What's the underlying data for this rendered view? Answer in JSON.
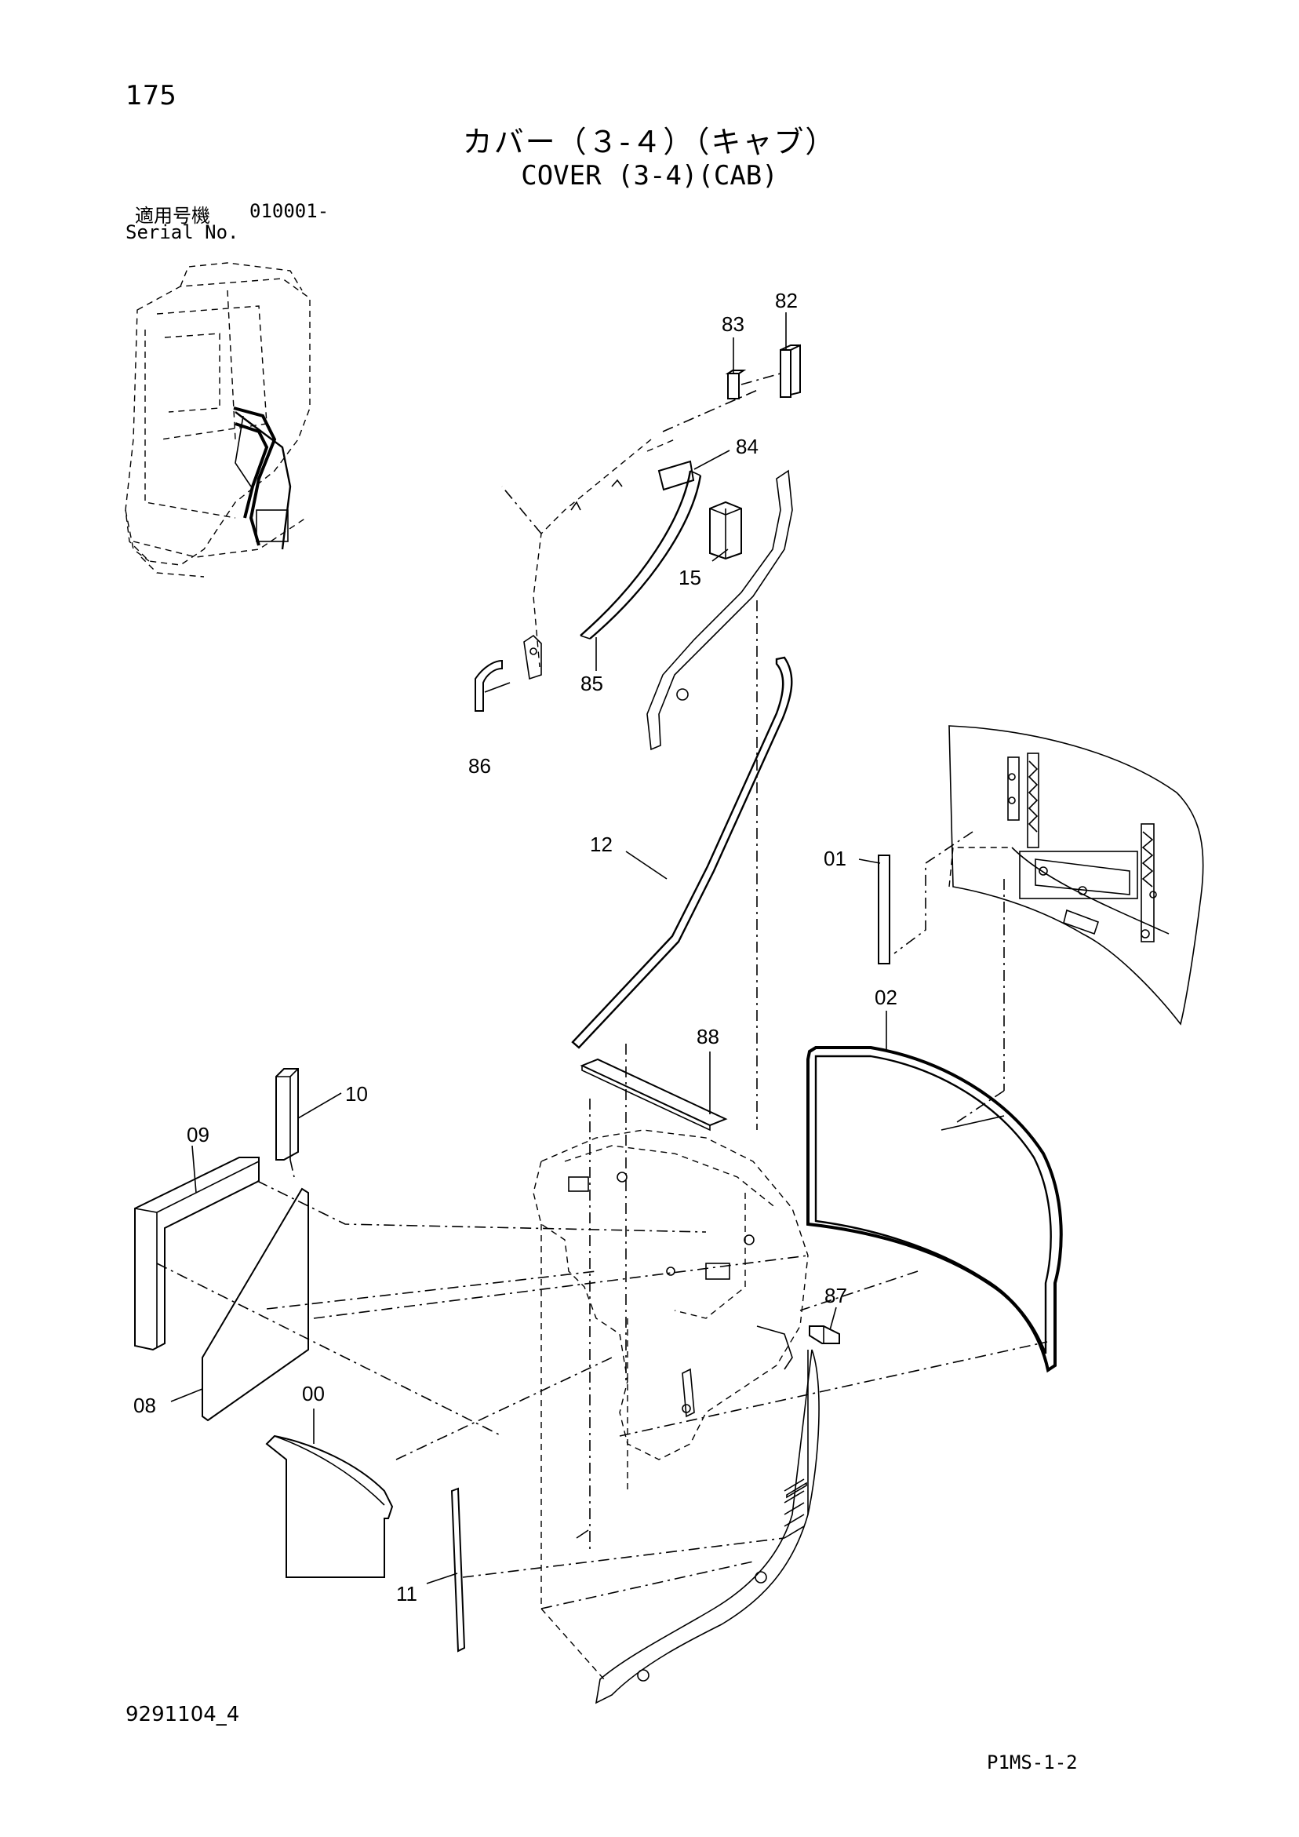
{
  "header": {
    "page_number": "175",
    "title_jp": "カバー（３-４）（キャブ）",
    "title_en": "COVER (3-4)(CAB)",
    "serial_label_jp": "適用号機",
    "serial_value": "010001-",
    "serial_label_en": "Serial No."
  },
  "callouts": {
    "c00": "00",
    "c01": "01",
    "c02": "02",
    "c08": "08",
    "c09": "09",
    "c10": "10",
    "c11": "11",
    "c12": "12",
    "c15": "15",
    "c82": "82",
    "c83": "83",
    "c84": "84",
    "c85": "85",
    "c86": "86",
    "c87": "87",
    "c88": "88"
  },
  "footer": {
    "drawing_number": "9291104_4",
    "sheet_ref": "P1MS-1-2"
  }
}
